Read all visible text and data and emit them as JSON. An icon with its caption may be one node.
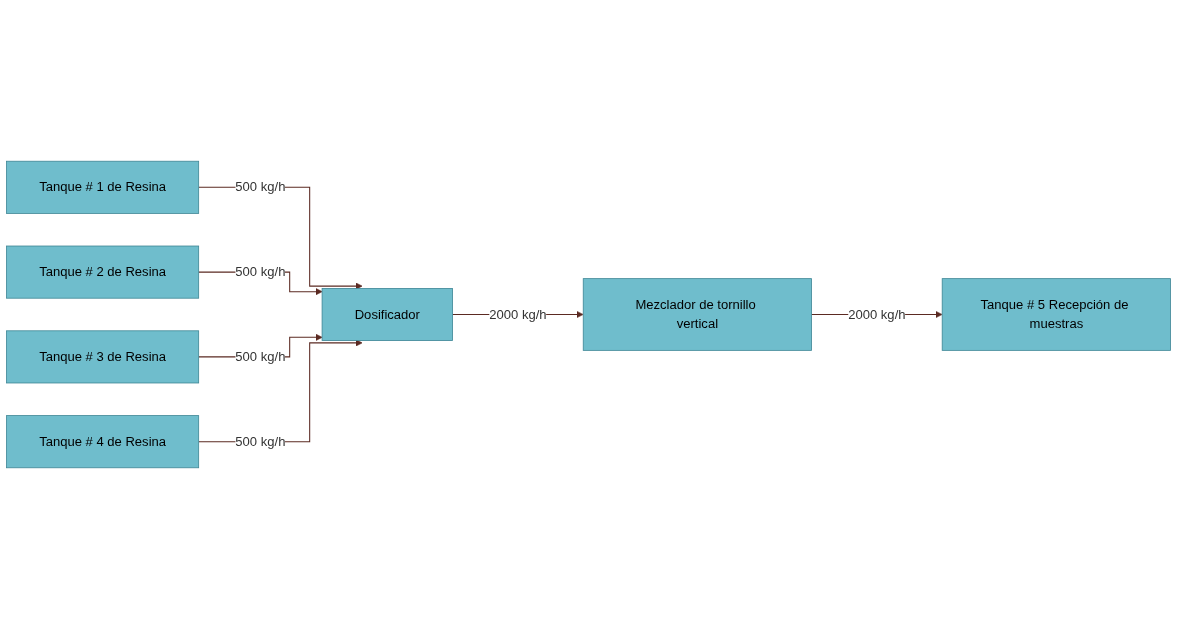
{
  "diagram": {
    "nodes": [
      {
        "text": [
          "Tanque # 1 de Resina"
        ]
      },
      {
        "text": [
          "Tanque # 2 de Resina"
        ]
      },
      {
        "text": [
          "Tanque # 3 de Resina"
        ]
      },
      {
        "text": [
          "Tanque # 4 de Resina"
        ]
      },
      {
        "text": [
          "Dosificador"
        ]
      },
      {
        "text": [
          "Mezclador de tornillo vertical"
        ]
      },
      {
        "text": [
          "Tanque # 5 Recepción de muestras"
        ]
      }
    ],
    "edges": [
      {
        "from": 0,
        "to": 4,
        "arrow": "to",
        "label": "500 kg/h"
      },
      {
        "from": 1,
        "to": 4,
        "arrow": "to",
        "label": "500 kg/h"
      },
      {
        "from": 2,
        "to": 4,
        "arrow": "to",
        "label": "500 kg/h"
      },
      {
        "from": 3,
        "to": 4,
        "arrow": "to",
        "label": "500 kg/h"
      },
      {
        "from": 4,
        "to": 5,
        "arrow": "to",
        "label": "2000 kg/h"
      },
      {
        "from": 5,
        "to": 6,
        "arrow": "to",
        "label": "2000 kg/h"
      }
    ]
  }
}
